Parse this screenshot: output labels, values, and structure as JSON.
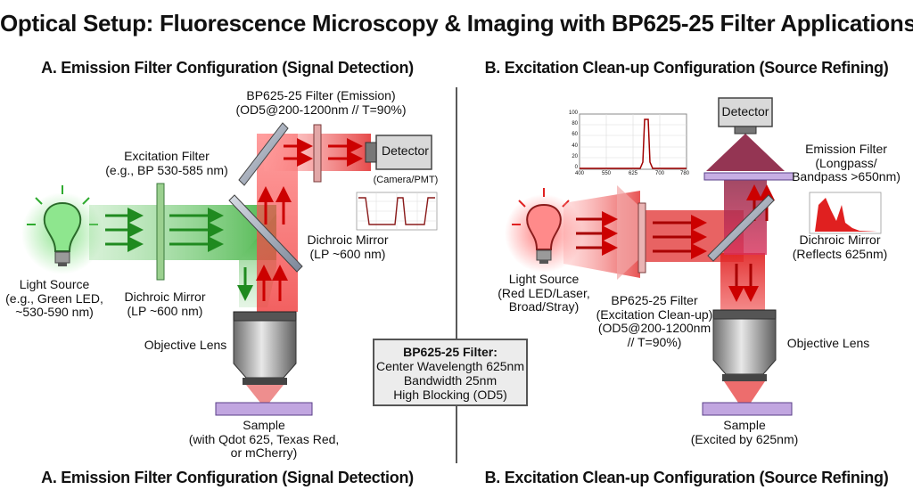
{
  "title": "Optical Setup: Fluorescence Microscopy & Imaging with BP625-25 Filter Applications",
  "panel_a": {
    "heading": "A. Emission Filter Configuration (Signal Detection)",
    "bp_filter": "BP625-25 Filter (Emission)\n(OD5@200-1200nm // T=90%)",
    "detector": "Detector",
    "detector_sub": "(Camera/PMT)",
    "excitation_filter": "Excitation Filter\n(e.g., BP 530-585 nm)",
    "light_source": "Light Source\n(e.g., Green LED,\n~530-590 nm)",
    "dichroic_left": "Dichroic Mirror\n(LP ~600 nm)",
    "dichroic_right": "Dichroic Mirror\n(LP ~600 nm)",
    "objective": "Objective Lens",
    "sample": "Sample\n(with Qdot 625, Texas Red,\nor mCherry)",
    "footer": "A. Emission Filter Configuration (Signal Detection)"
  },
  "panel_b": {
    "heading": "B. Excitation Clean-up Configuration (Source Refining)",
    "detector": "Detector",
    "emission_filter": "Emission Filter\n(Longpass/\nBandpass >650nm)",
    "dichroic": "Dichroic Mirror\n(Reflects 625nm)",
    "light_source": "Light Source\n(Red LED/Laser,\nBroad/Stray)",
    "bp_filter": "BP625-25 Filter\n(Excitation Clean-up)\n(OD5@200-1200nm\n// T=90%)",
    "objective": "Objective Lens",
    "sample": "Sample\n(Excited by 625nm)",
    "footer": "B. Excitation Clean-up Configuration (Source Refining)",
    "spectrum": {
      "yticks": [
        "100",
        "80",
        "60",
        "40",
        "20",
        "0"
      ],
      "xticks": [
        "400",
        "550",
        "625",
        "700",
        "780"
      ]
    }
  },
  "info_box": {
    "title": "BP625-25 Filter:",
    "line1": "Center Wavelength 625nm",
    "line2": "Bandwidth 25nm",
    "line3": "High Blocking (OD5)"
  },
  "colors": {
    "green_light": "#2eaa2e",
    "red_light": "#dd1f1f",
    "filter_violet": "#b79ad6",
    "mirror_gray": "#9aa4b4"
  }
}
